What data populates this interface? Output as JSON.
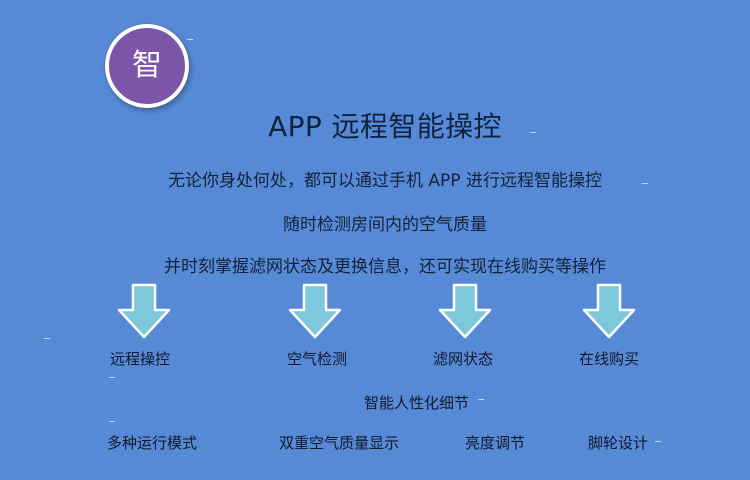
{
  "badge": {
    "text": "智"
  },
  "title": "APP 远程智能操控",
  "description": [
    "无论你身处何处，都可以通过手机 APP 进行远程智能操控",
    "随时检测房间内的空气质量",
    "并时刻掌握滤网状态及更换信息，还可实现在线购买等操作"
  ],
  "features": [
    {
      "label": "远程操控"
    },
    {
      "label": "空气检测"
    },
    {
      "label": "滤网状态"
    },
    {
      "label": "在线购买"
    }
  ],
  "subtitle": "智能人性化细节",
  "details": [
    {
      "label": "多种运行模式"
    },
    {
      "label": "双重空气质量显示"
    },
    {
      "label": "亮度调节"
    },
    {
      "label": "脚轮设计"
    }
  ],
  "colors": {
    "background": "#578ad6",
    "badge": "#7d55a8",
    "arrow_fill": "#7ec8dc",
    "arrow_outline": "#ffffff",
    "text": "#10192c"
  }
}
